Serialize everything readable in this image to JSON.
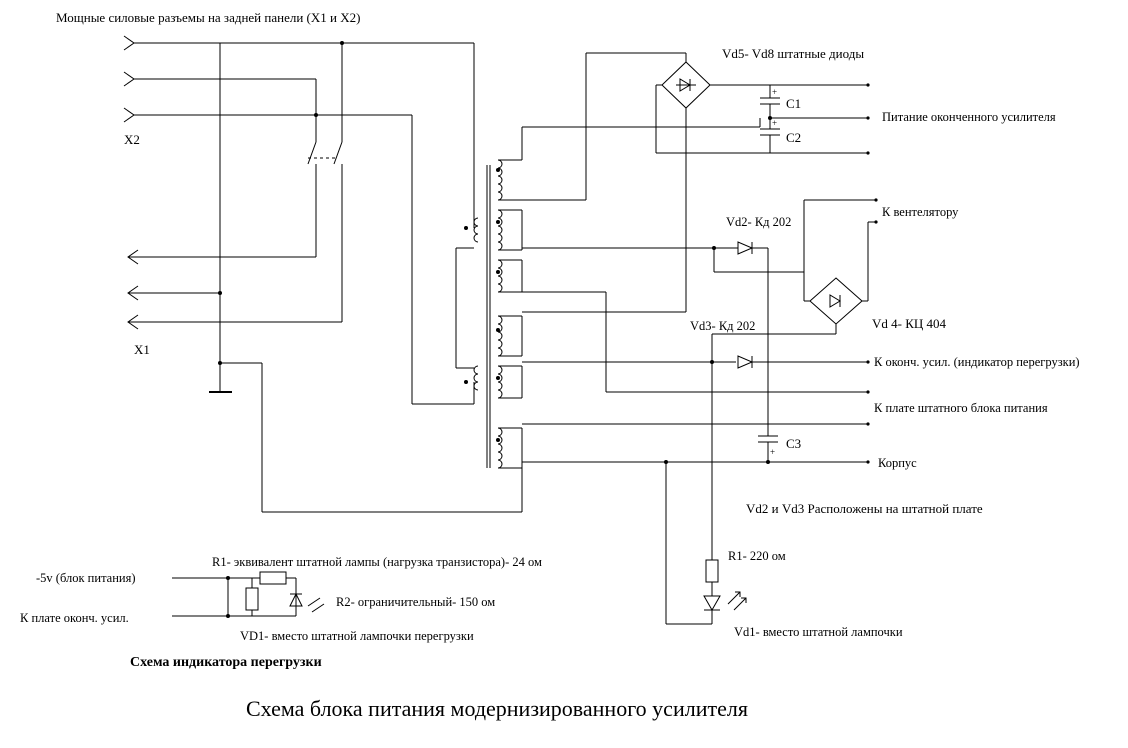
{
  "title": "Схема блока питания модернизированного усилителя",
  "connectors": {
    "top_label": "Мощные силовые разъемы на задней панели (X1  и X2)",
    "x2": "X2",
    "x1": "X1"
  },
  "bridge_top": "Vd5- Vd8   штатные диоды",
  "capacitors": {
    "c1": "C1",
    "c2": "C2",
    "c3": "C3"
  },
  "outputs": {
    "power_amp": "Питание оконченного усилителя",
    "fan": "К вентелятору",
    "overload": "К оконч. усил. (индикатор перегрузки)",
    "psu_board": "К плате штатного блока питания",
    "chassis": "Корпус"
  },
  "diodes": {
    "vd2": "Vd2- Кд 202",
    "vd3": "Vd3- Кд 202",
    "vd4": "Vd 4- КЦ 404",
    "vd2vd3_note": "Vd2 и Vd3     Расположены на штатной плате"
  },
  "led_branch": {
    "r1": "R1- 220 ом",
    "vd1": "Vd1- вместо штатной лампочки"
  },
  "indicator": {
    "input_minus5": "-5v (блок питания)",
    "input_board": "К плате оконч. усил.",
    "r1": "R1- эквивалент штатной лампы (нагрузка транзистора)- 24 ом",
    "r2": "R2- ограничительный- 150 ом",
    "vd1": "VD1- вместо штатной лампочки перегрузки",
    "title": "Схема индикатора перегрузки"
  }
}
